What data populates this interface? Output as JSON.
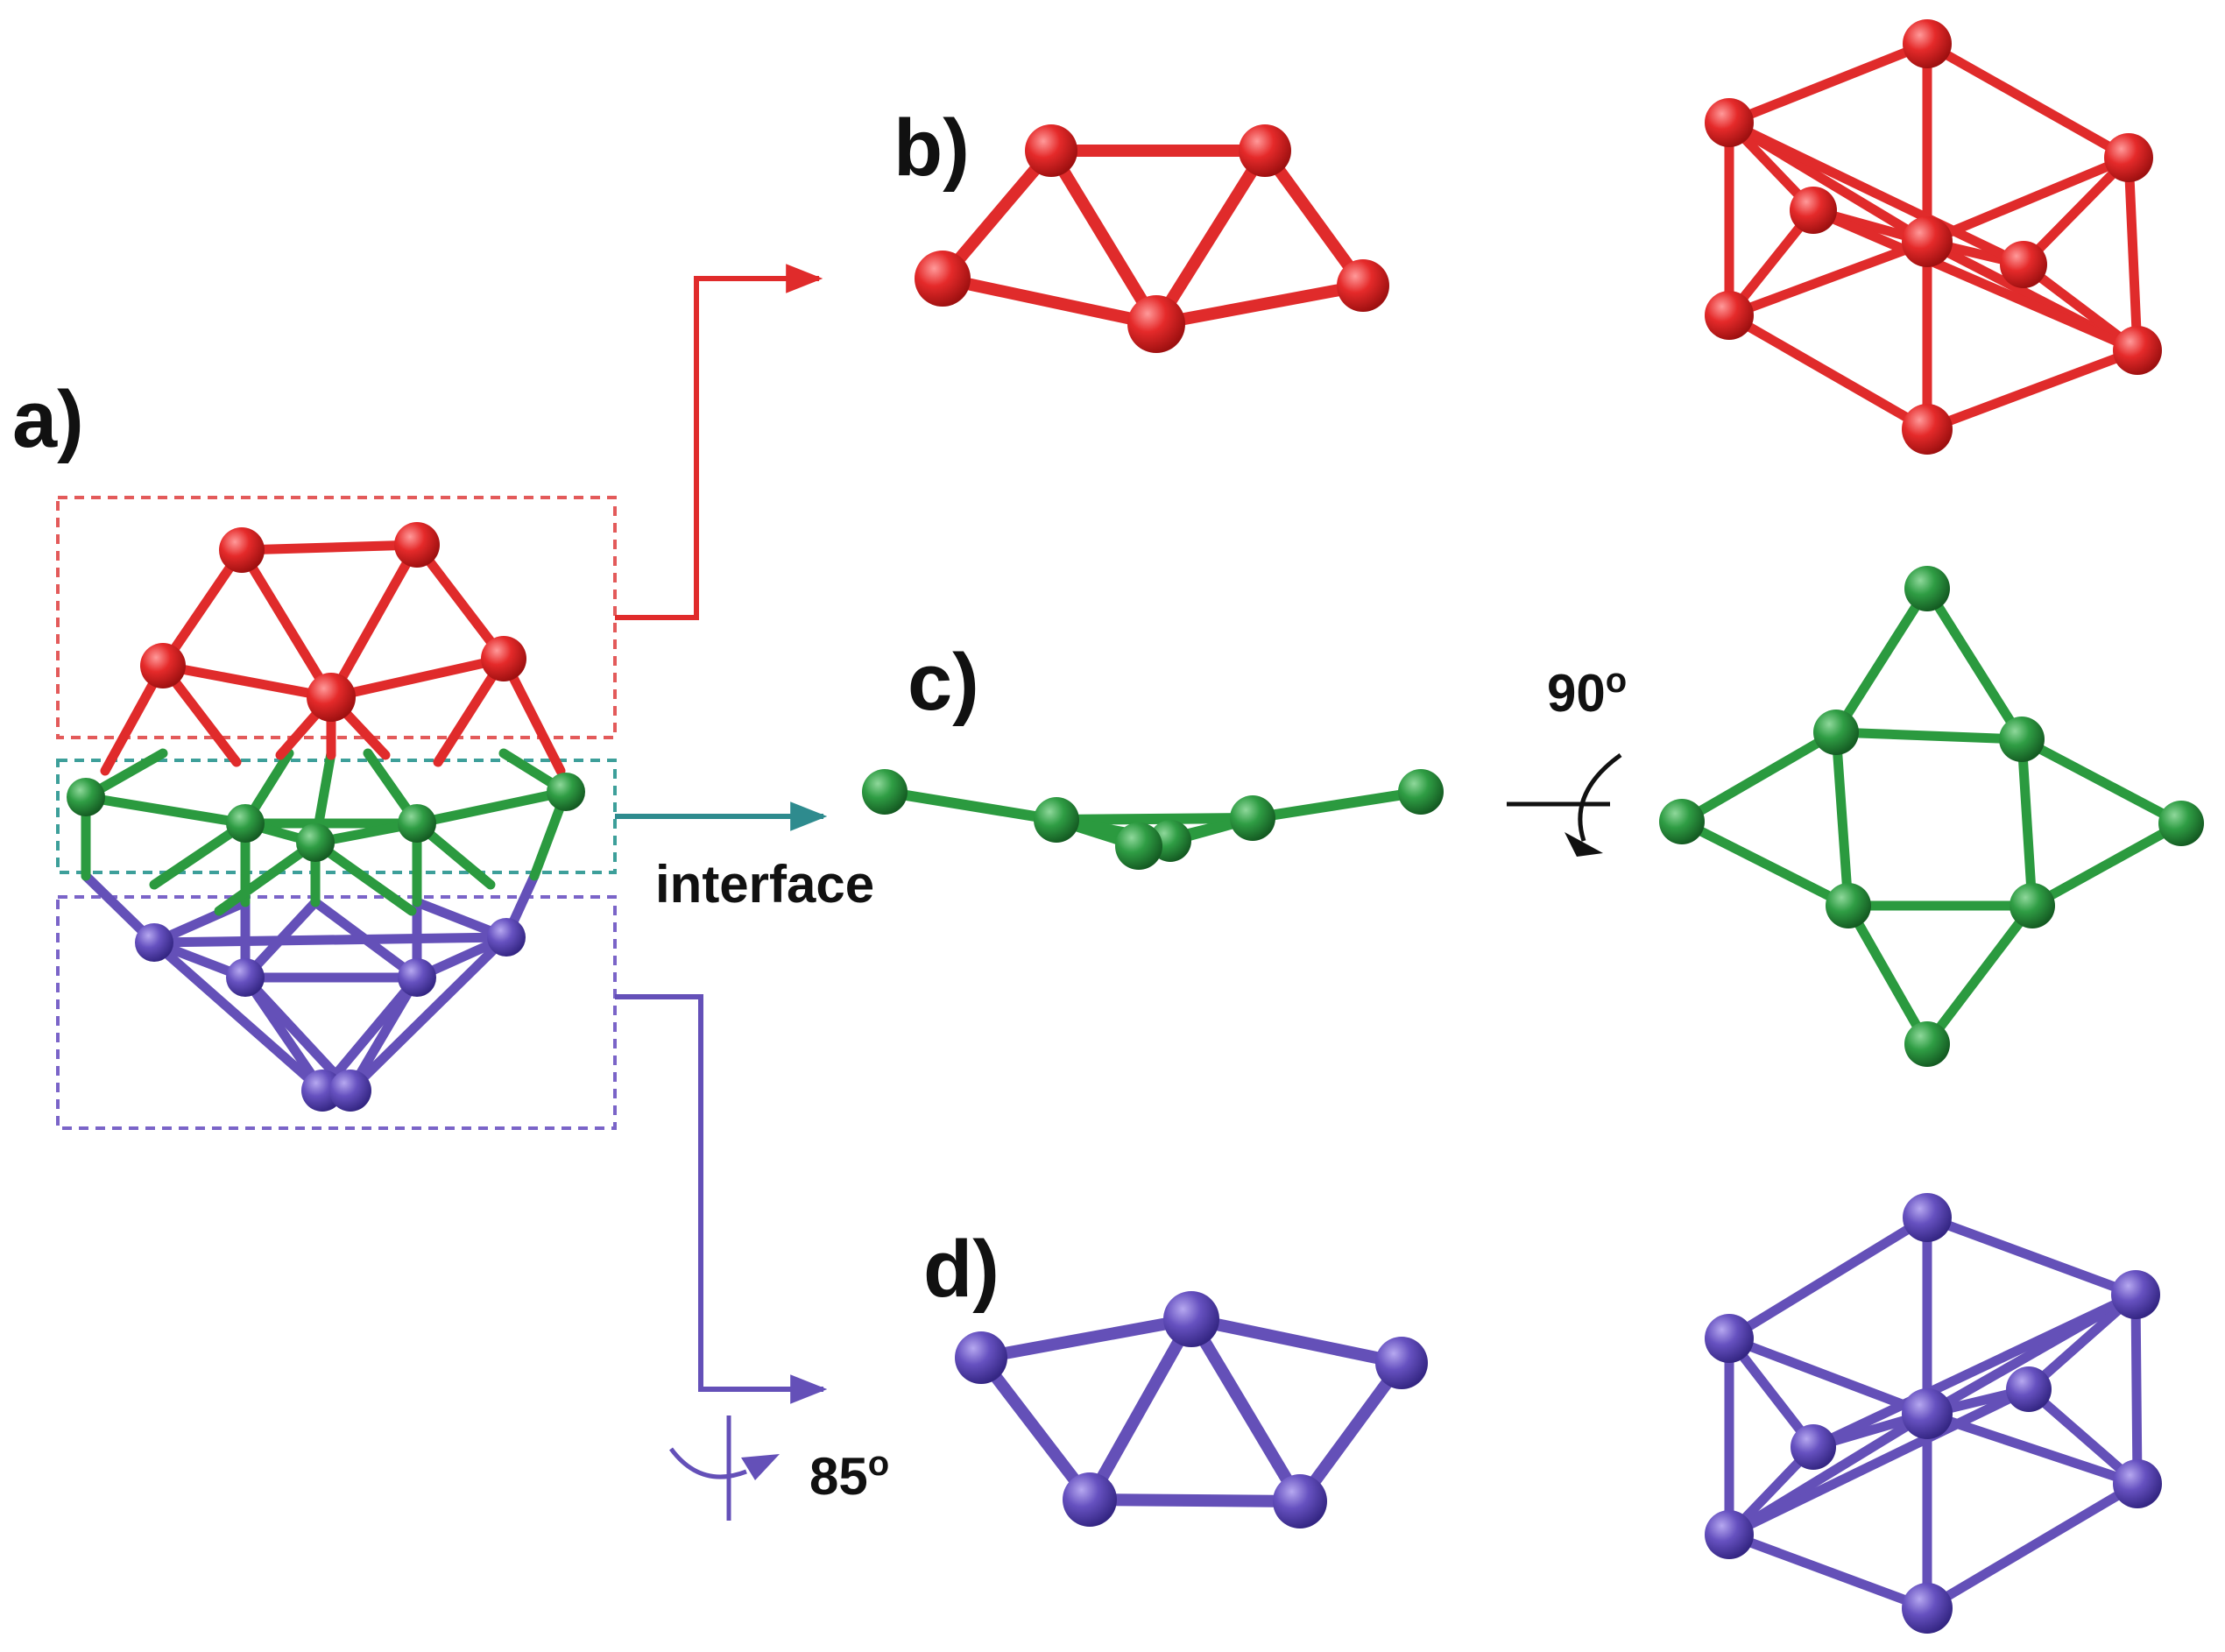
{
  "labels": {
    "panel_a": "a)",
    "panel_b": "b)",
    "panel_c": "c)",
    "panel_d": "d)",
    "interface": "interface",
    "rot_90": "90",
    "rot_85": "85",
    "degree_mark": "o"
  },
  "colors": {
    "red_layer": "#e02b2b",
    "green_layer": "#2b9a3f",
    "purple_layer": "#6450b8",
    "teal_arrow": "#2e8b8e",
    "axis_symbol": "#111111"
  },
  "icons": {
    "rotation_90": "rotation-axis-icon",
    "rotation_85": "rotation-axis-icon"
  }
}
